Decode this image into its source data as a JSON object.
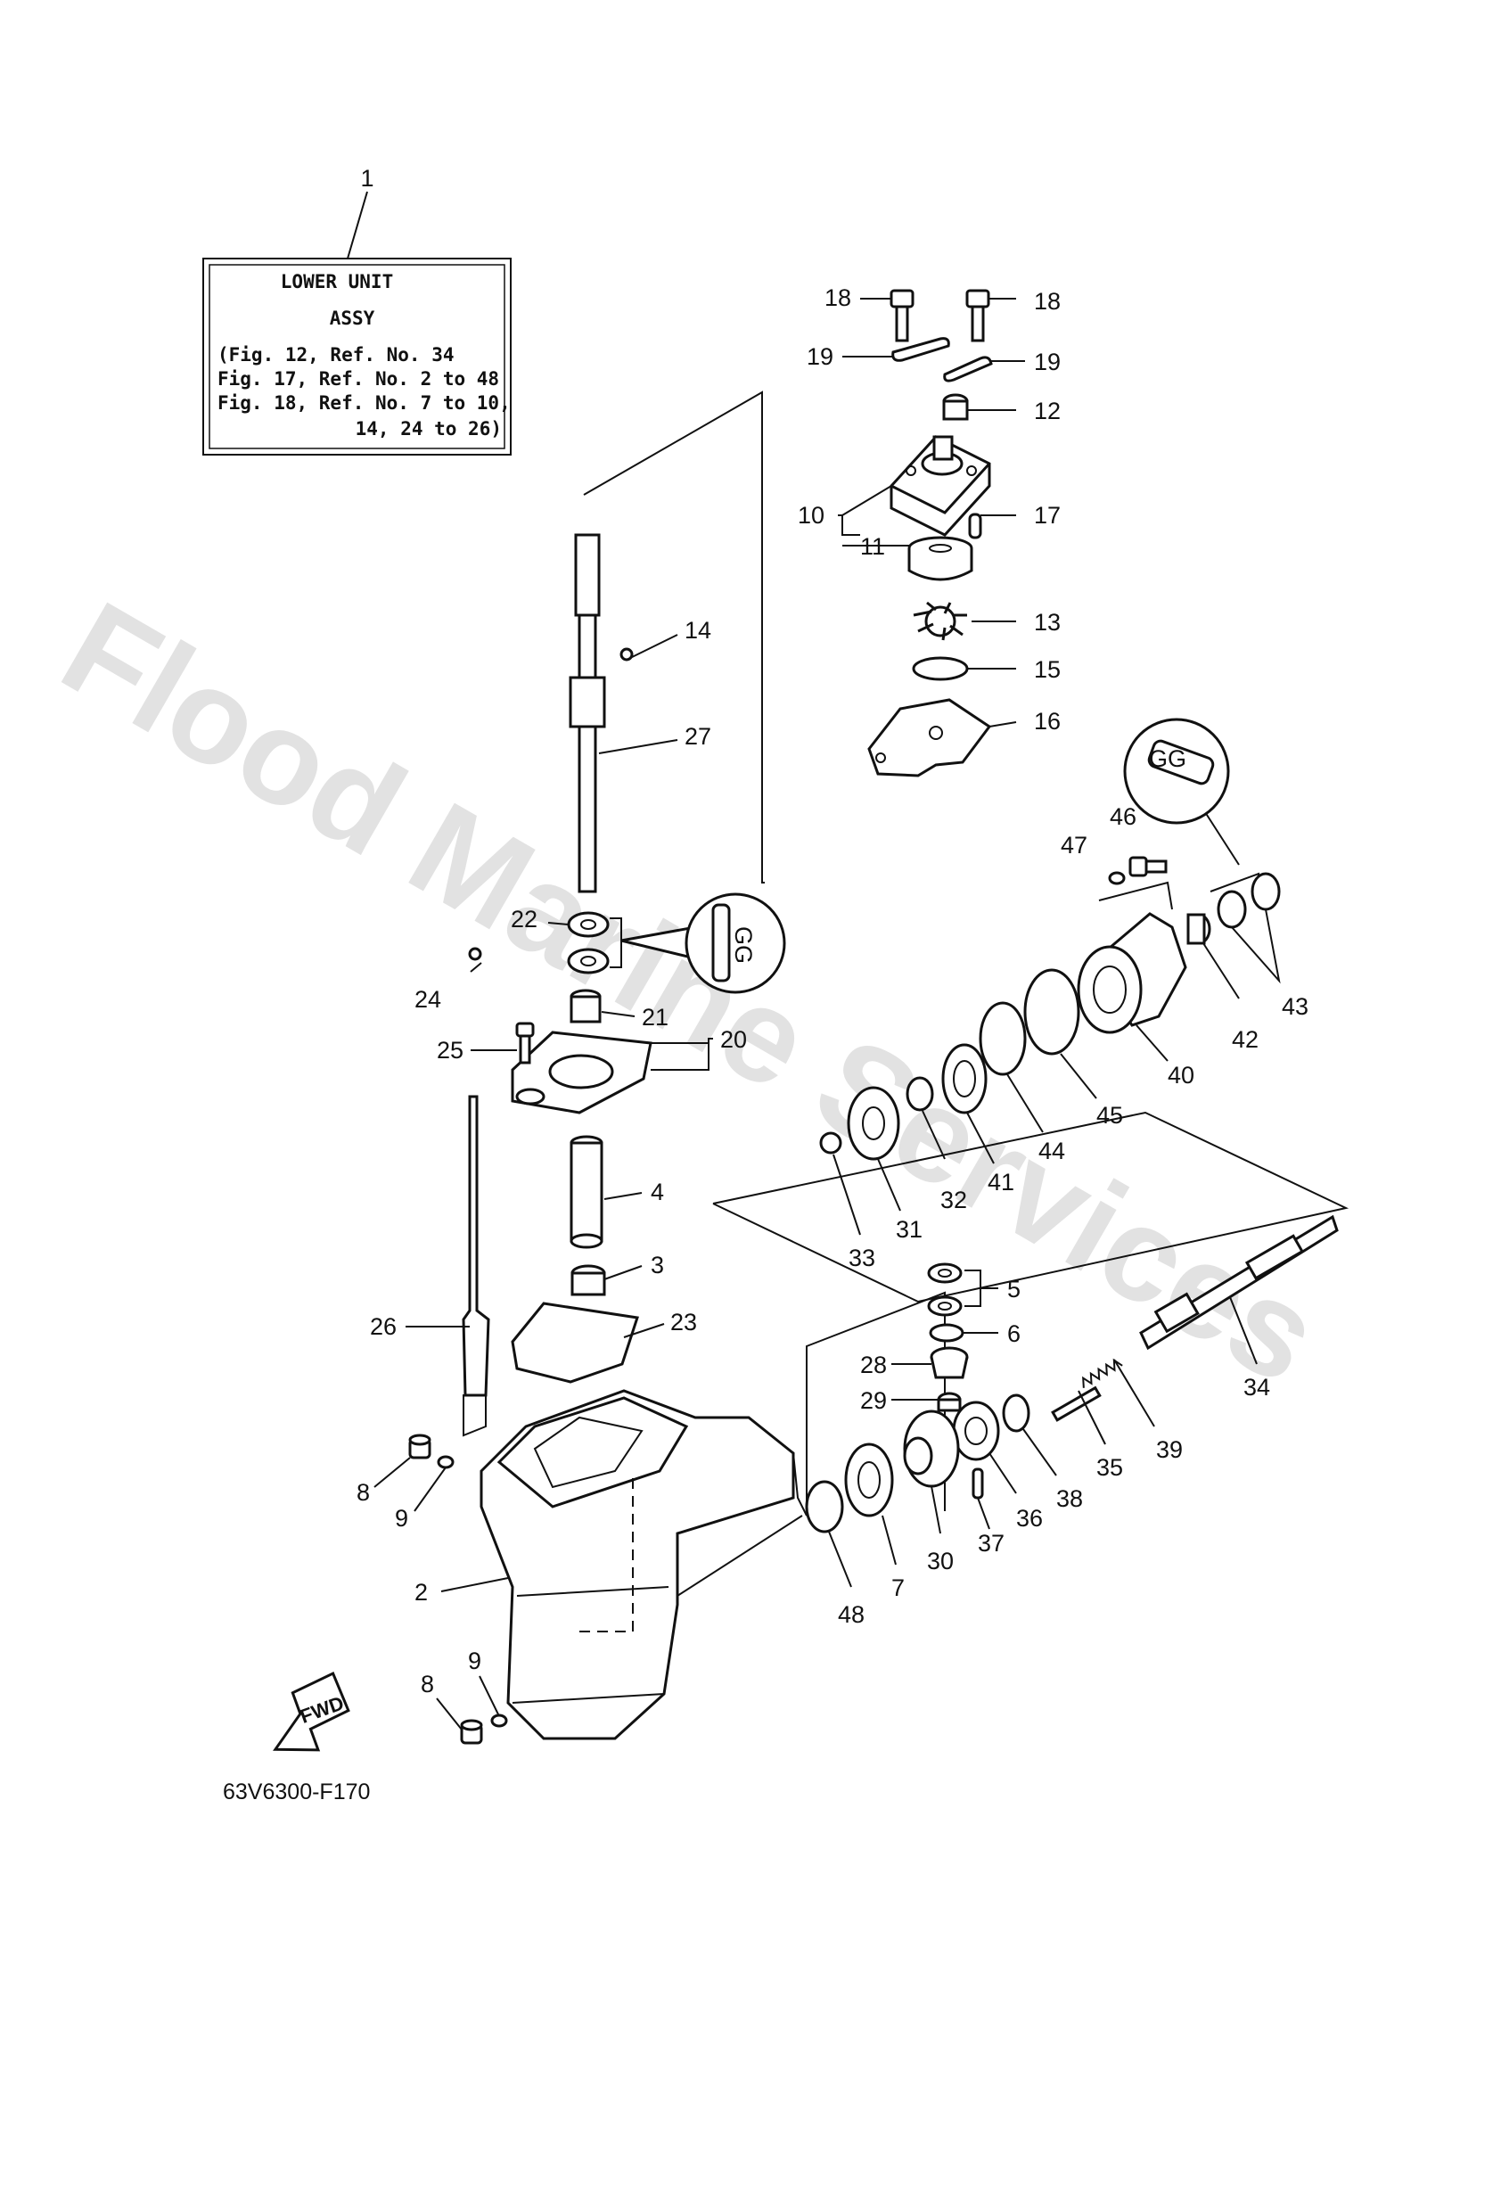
{
  "info_box": {
    "title": "LOWER UNIT",
    "subtitle": "ASSY",
    "line1": "(Fig. 12, Ref. No. 34",
    "line2": " Fig. 17, Ref. No. 2 to 48",
    "line3": " Fig. 18, Ref. No. 7 to 10,",
    "line4": "14, 24 to 26)"
  },
  "watermark": "Flood Marine Services",
  "figure_code": "63V6300-F170",
  "fwd_label": "FWD",
  "grease_symbol": "GG",
  "callouts": {
    "c1": "1",
    "c2": "2",
    "c3": "3",
    "c4": "4",
    "c5": "5",
    "c6": "6",
    "c7": "7",
    "c8a": "8",
    "c8b": "8",
    "c9a": "9",
    "c9b": "9",
    "c10": "10",
    "c11": "11",
    "c12": "12",
    "c13": "13",
    "c14": "14",
    "c15": "15",
    "c16": "16",
    "c17": "17",
    "c18a": "18",
    "c18b": "18",
    "c19a": "19",
    "c19b": "19",
    "c20": "20",
    "c21": "21",
    "c22": "22",
    "c23": "23",
    "c24": "24",
    "c25": "25",
    "c26": "26",
    "c27": "27",
    "c28": "28",
    "c29": "29",
    "c30": "30",
    "c31": "31",
    "c32": "32",
    "c33": "33",
    "c34": "34",
    "c35": "35",
    "c36": "36",
    "c37": "37",
    "c38": "38",
    "c39": "39",
    "c40": "40",
    "c41": "41",
    "c42": "42",
    "c43": "43",
    "c44": "44",
    "c45": "45",
    "c46": "46",
    "c47": "47",
    "c48": "48"
  }
}
